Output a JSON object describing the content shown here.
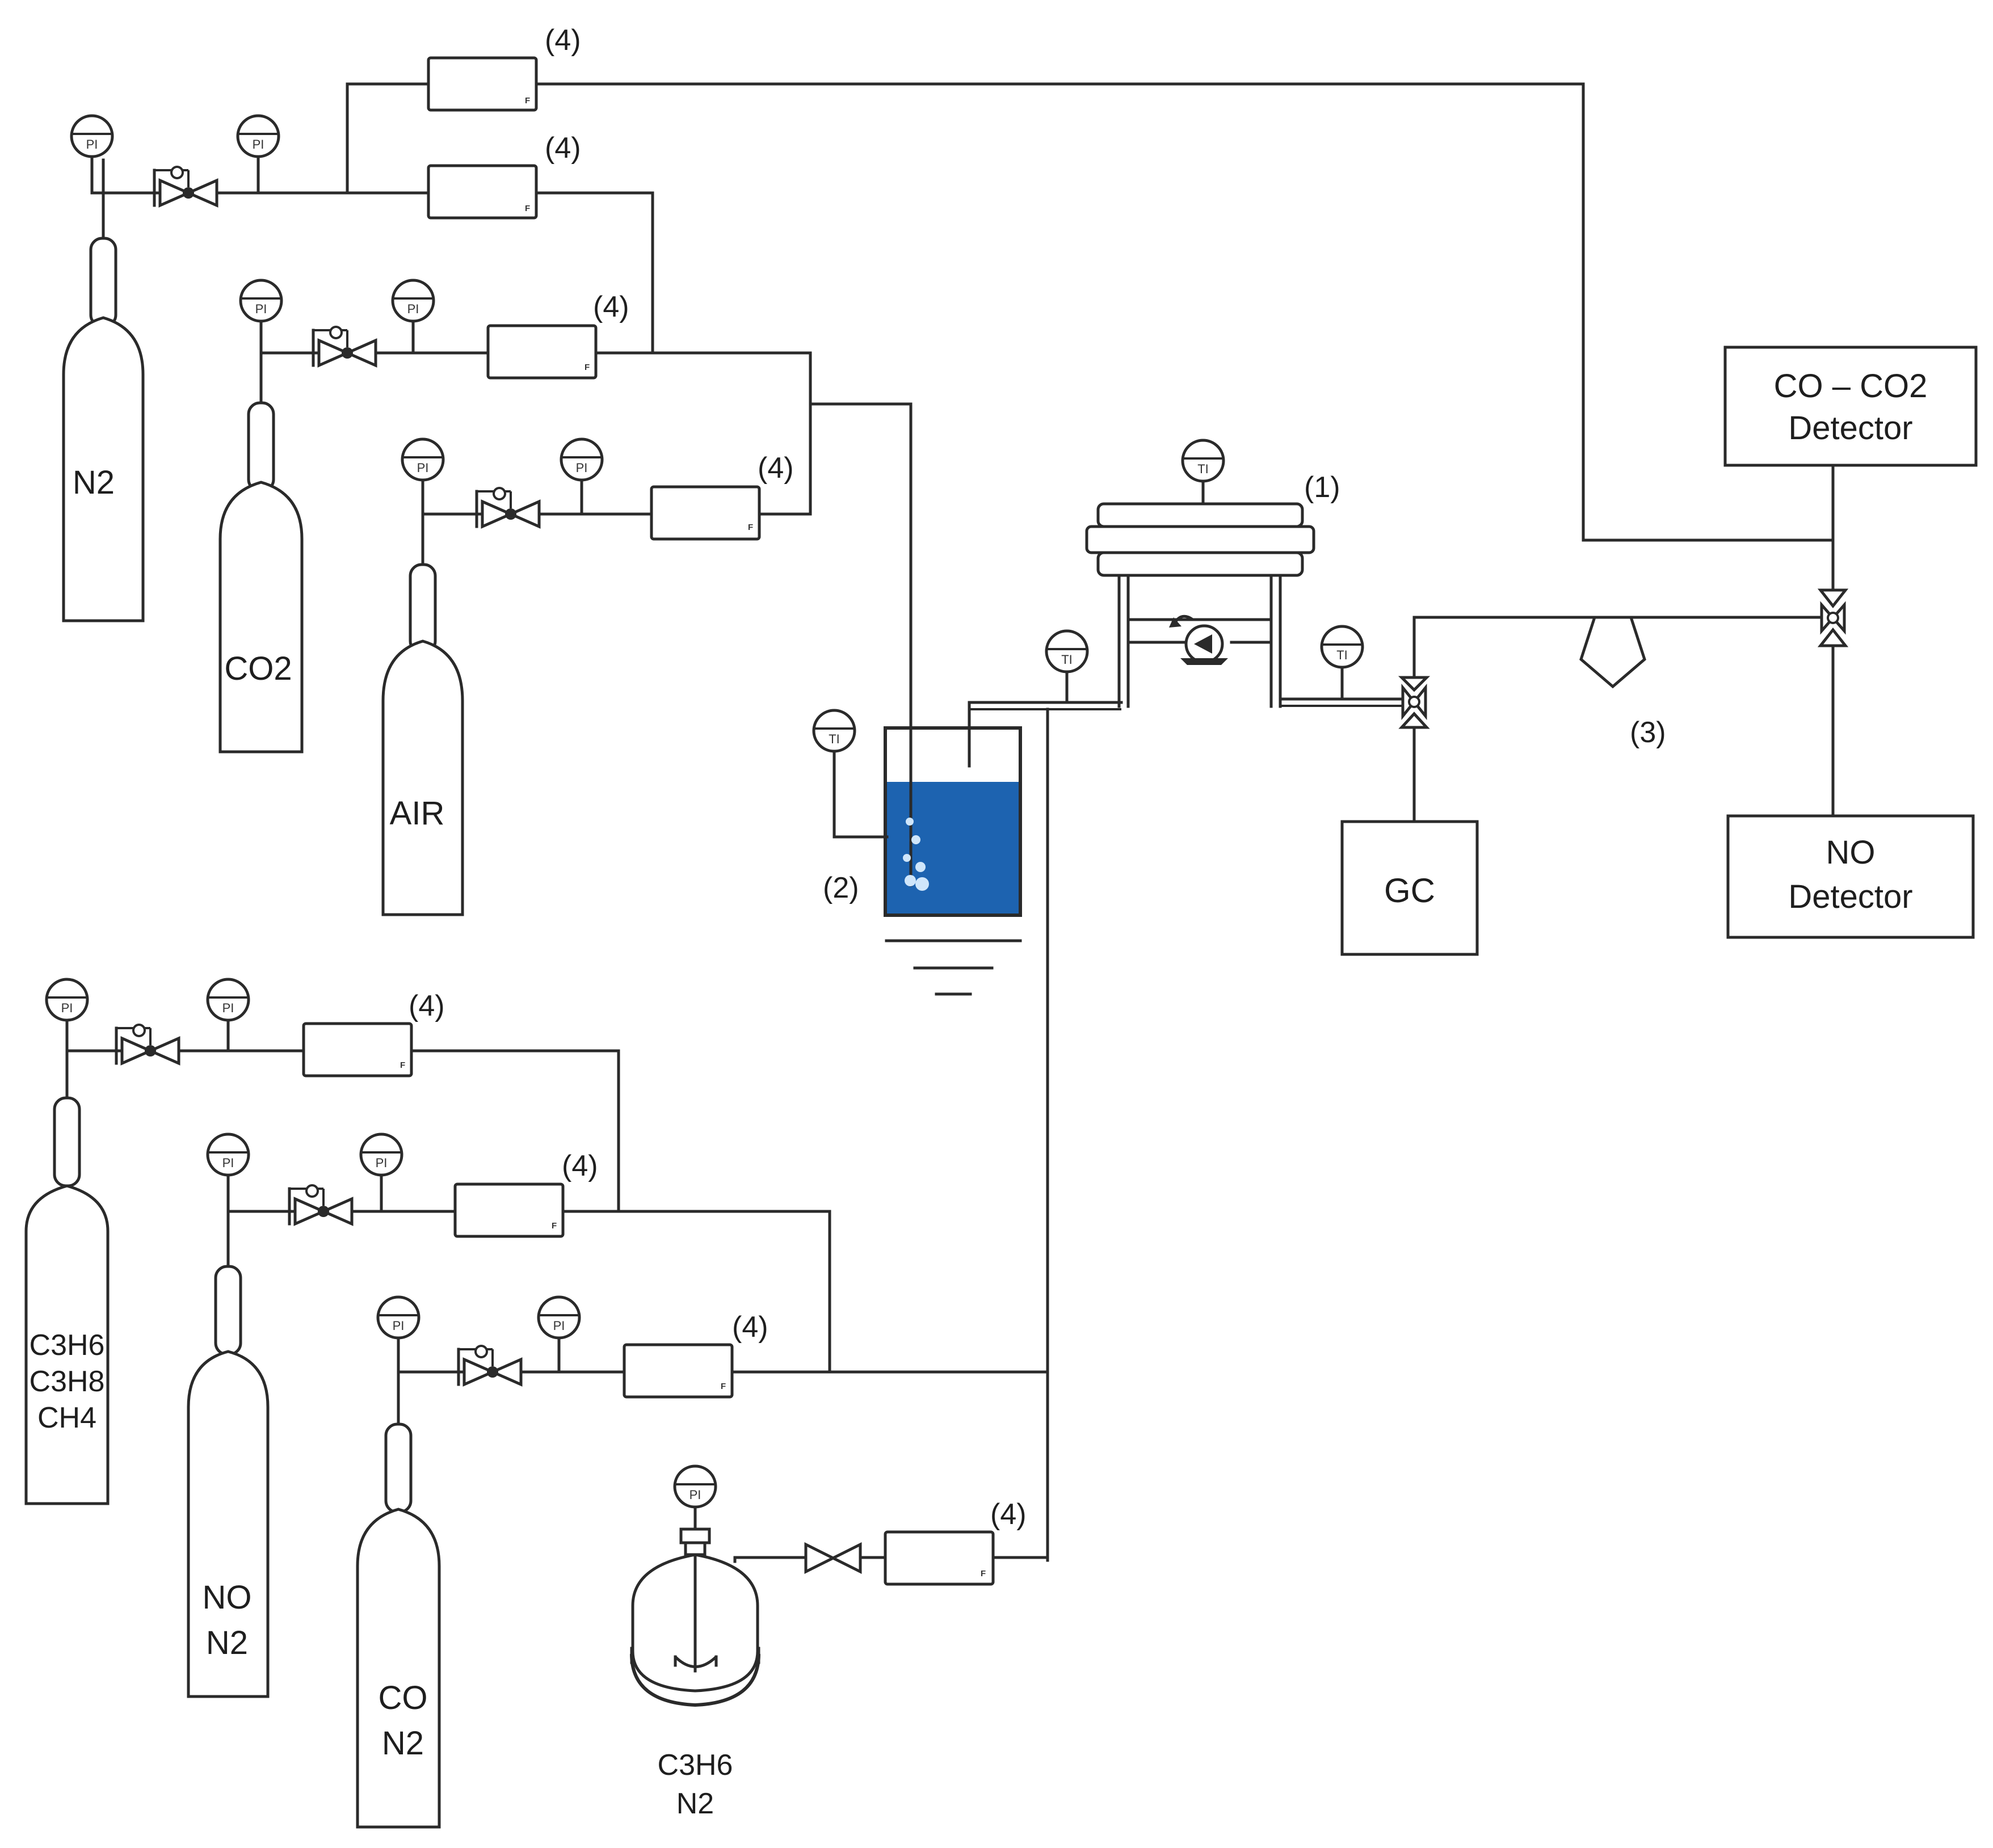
{
  "cylinders": {
    "n2": "N2",
    "co2": "CO2",
    "air": "AIR",
    "hydrocarbons": [
      "C3H6",
      "C3H8",
      "CH4"
    ],
    "no_n2": [
      "NO",
      "N2"
    ],
    "co_n2": [
      "CO",
      "N2"
    ]
  },
  "saturator_vessel": [
    "C3H6",
    "N2"
  ],
  "components": {
    "reactor": "(1)",
    "bubbler": "(2)",
    "trap": "(3)",
    "mfc": "(4)"
  },
  "instruments": {
    "pressure_gauge": "PI",
    "temperature_gauge": "TI",
    "mfc_mark": "F"
  },
  "analyzers": {
    "gc": "GC",
    "co_co2_detector": [
      "CO – CO2",
      "Detector"
    ],
    "no_detector": [
      "NO",
      "Detector"
    ]
  },
  "colors": {
    "line": "#2a2a2a",
    "water": "#1d63b0",
    "bubble": "#cfe6fb"
  }
}
